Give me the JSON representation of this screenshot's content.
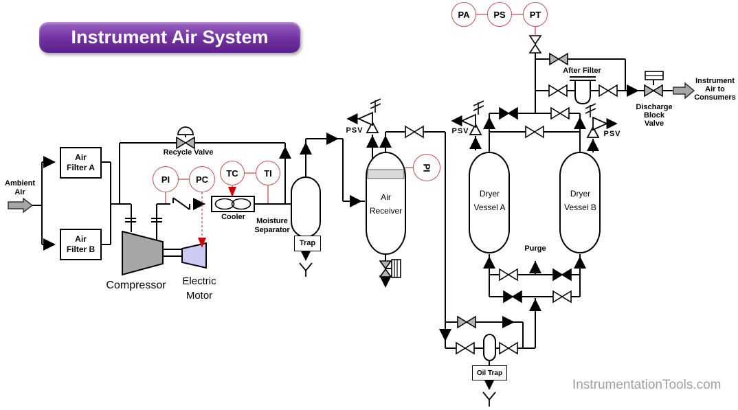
{
  "title_banner": "Instrument Air System",
  "watermark": "InstrumentationTools.com",
  "colors": {
    "banner_purple": "#7030a0",
    "instrument_signal_red": "#c0504d",
    "signal_arrow_red": "#cc0000",
    "equipment_gray": "#a6a6a6",
    "motor_lavender": "#ccccf2",
    "valve_gray": "#b3b3b3",
    "line_black": "#000000"
  },
  "streams": {
    "ambient_air": "Ambient\nAir",
    "instrument_air_to_consumers": "Instrument\nAir to\nConsumers",
    "purge": "Purge"
  },
  "equipment": {
    "air_filter_a": "Air\nFilter A",
    "air_filter_b": "Air\nFilter B",
    "compressor": "Compressor",
    "electric_motor": "Electric\nMotor",
    "cooler": "Cooler",
    "moisture_separator": "Moisture\nSeparator",
    "trap": "Trap",
    "air_receiver": "Air\nReceiver",
    "dryer_vessel_a": "Dryer\nVessel A",
    "dryer_vessel_b": "Dryer\nVessel B",
    "oil_trap": "Oil Trap",
    "after_filter": "After Filter",
    "recycle_valve": "Recycle Valve",
    "discharge_block_valve": "Discharge\nBlock\nValve",
    "psv": "PSV"
  },
  "instruments": {
    "pressure_indicator_compressor": "PI",
    "pressure_controller": "PC",
    "temperature_controller": "TC",
    "temperature_indicator": "TI",
    "pressure_indicator_receiver": "PI",
    "pressure_alarm": "PA",
    "pressure_switch": "PS",
    "pressure_transmitter": "PT"
  }
}
